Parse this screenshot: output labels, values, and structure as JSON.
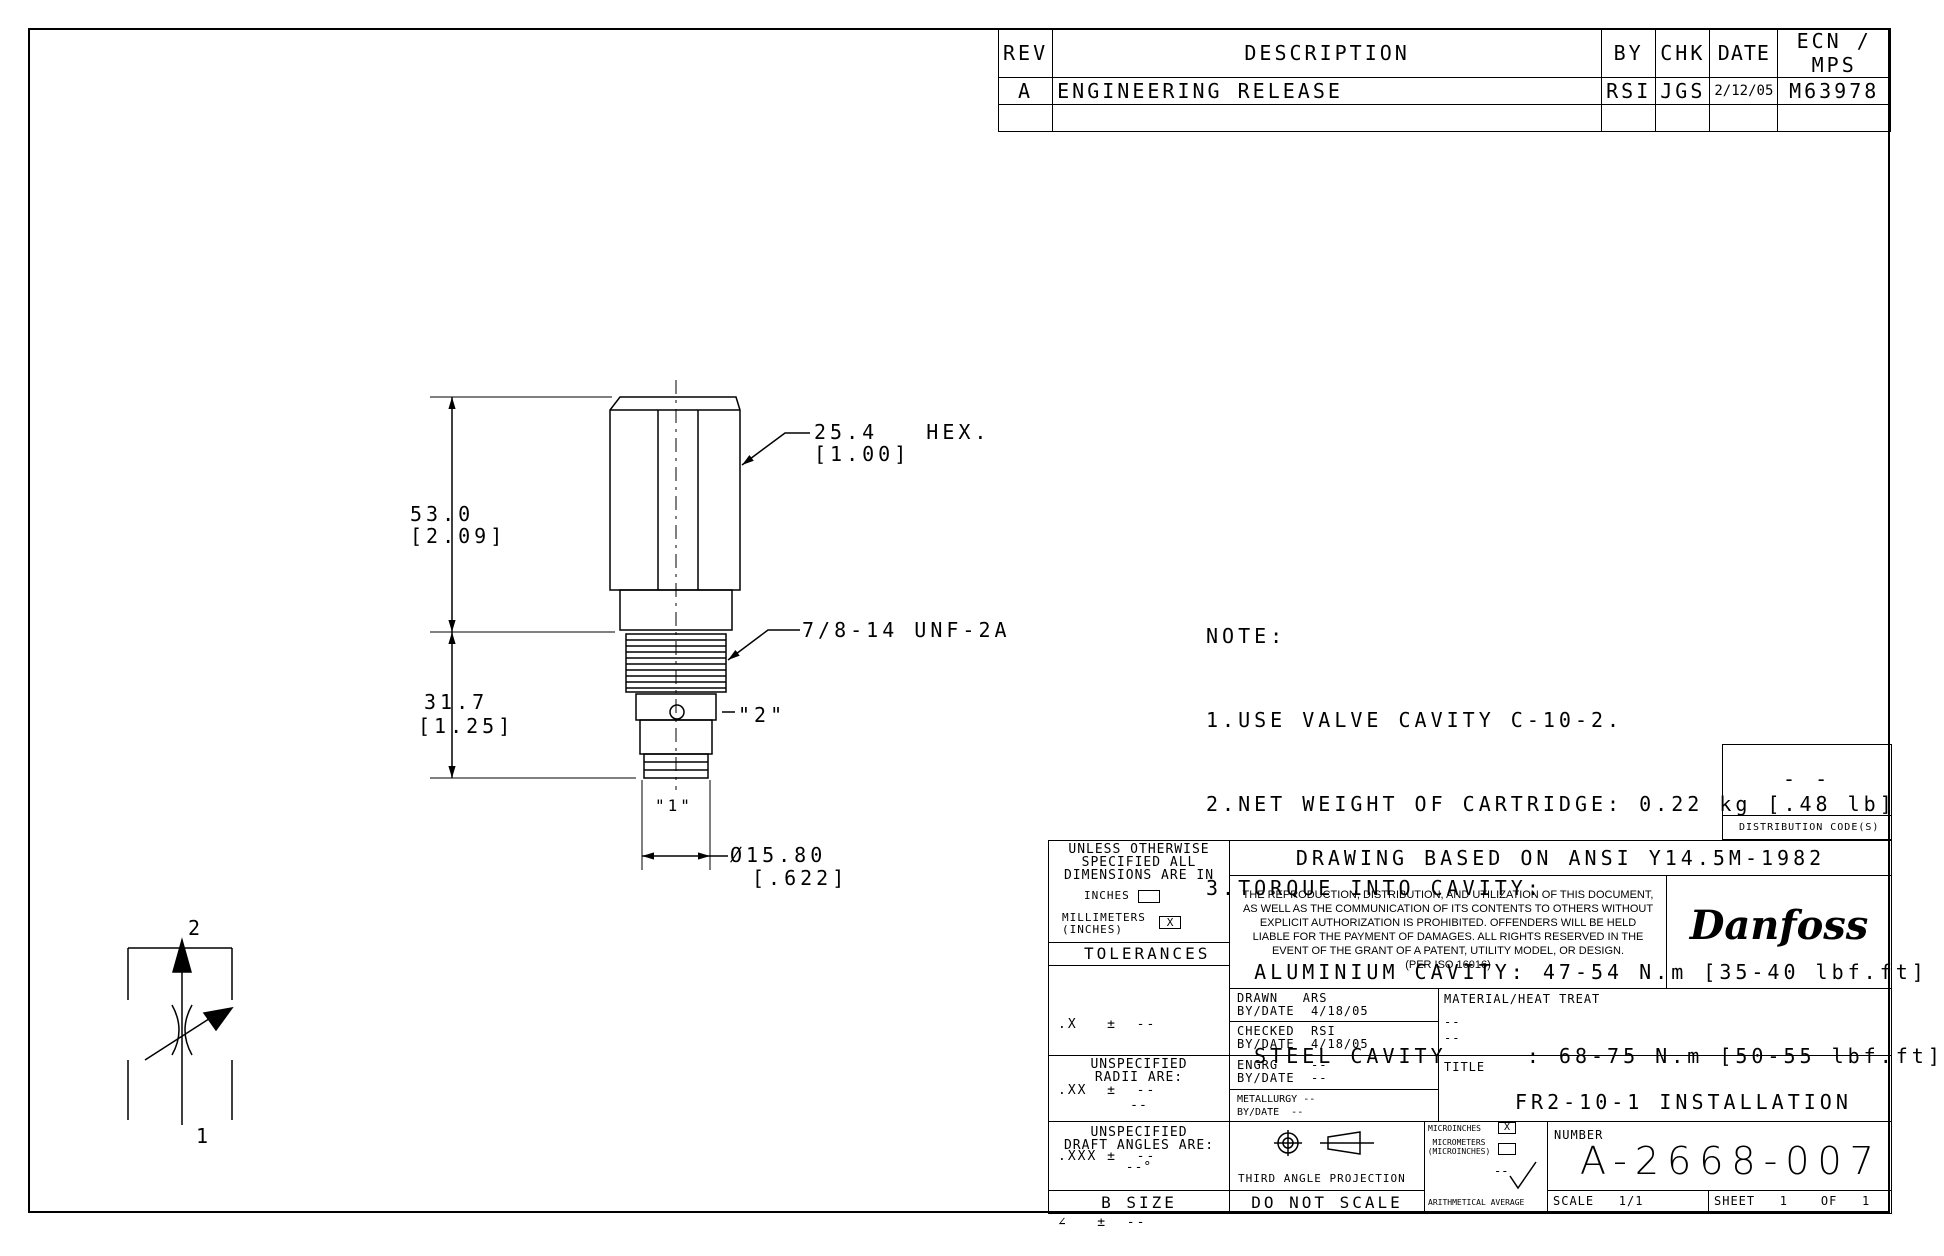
{
  "revision_table": {
    "headers": {
      "rev": "REV",
      "description": "DESCRIPTION",
      "by": "BY",
      "chk": "CHK",
      "date": "DATE",
      "ecn": "ECN / MPS"
    },
    "rows": [
      {
        "rev": "A",
        "description": "ENGINEERING RELEASE",
        "by": "RSI",
        "chk": "JGS",
        "date": "2/12/05",
        "ecn": "M63978"
      }
    ]
  },
  "dimensions": {
    "hex": "25.4   HEX.",
    "hex_in": "[1.00]",
    "overall": "53.0",
    "overall_in": "[2.09]",
    "thread": "7/8-14 UNF-2A",
    "lower": "31.7",
    "lower_in": "[1.25]",
    "port2": "\"2\"",
    "port1": "\"1\"",
    "diameter": "Ø15.80",
    "diameter_in": "[.622]"
  },
  "symbol": {
    "port_top": "2",
    "port_bottom": "1"
  },
  "notes": [
    "NOTE:",
    "1.USE VALVE CAVITY C-10-2.",
    "2.NET WEIGHT OF CARTRIDGE: 0.22 kg [.48 lb]",
    "3.TORQUE INTO CAVITY:",
    "   ALUMINIUM CAVITY: 47-54 N.m [35-40 lbf.ft]",
    "   STEEL CAVITY     : 68-75 N.m [50-55 lbf.ft]"
  ],
  "distribution": {
    "code": "- -",
    "label": "DISTRIBUTION CODE(S)"
  },
  "title_block": {
    "unless": "UNLESS OTHERWISE\nSPECIFIED ALL\nDIMENSIONS ARE IN",
    "inches": "INCHES",
    "millimeters": "MILLIMETERS\n(INCHES)",
    "mm_mark": "X",
    "tolerances": "TOLERANCES",
    "tol_rows": [
      ".X   ±  --",
      ".XX  ±  --",
      ".XXX ±  --",
      "∠   ±  --"
    ],
    "radii": "UNSPECIFIED\nRADII ARE:",
    "radii_val": "--",
    "draft": "UNSPECIFIED\nDRAFT ANGLES ARE:",
    "draft_val": "--°",
    "size": "B SIZE",
    "standard": "DRAWING BASED ON ANSI Y14.5M-1982",
    "legal": "THE REPRODUCTION, DISTRIBUTION, AND UTILIZATION OF THIS DOCUMENT, AS WELL AS THE COMMUNICATION OF ITS CONTENTS TO OTHERS WITHOUT EXPLICIT AUTHORIZATION IS PROHIBITED. OFFENDERS WILL BE HELD LIABLE FOR THE PAYMENT OF DAMAGES.  ALL RIGHTS RESERVED IN THE EVENT OF THE GRANT OF A PATENT, UTILITY MODEL, OR DESIGN.",
    "legal_iso": "(PER ISO 16016)",
    "logo": "Danfoss",
    "drawn": "DRAWN   ARS\nBY/DATE  4/18/05",
    "checked": "CHECKED  RSI\nBY/DATE  4/18/05",
    "engrg": "ENGRG    --\nBY/DATE  --",
    "metallurgy": "METALLURGY --\nBY/DATE  --",
    "material_label": "MATERIAL/HEAT TREAT",
    "material_val": "--\n--",
    "title_label": "TITLE",
    "title": "FR2-10-1 INSTALLATION",
    "projection": "THIRD ANGLE PROJECTION",
    "do_not_scale": "DO NOT SCALE",
    "microinches": "MICROINCHES",
    "micrometers": "MICROMETERS\n(MICROINCHES)",
    "arith": "ARITHMETICAL AVERAGE",
    "rough_val": "--",
    "number_label": "NUMBER",
    "number": "A-2668-007",
    "scale_label": "SCALE   1/1",
    "sheet_label": "SHEET   1    OF   1"
  }
}
